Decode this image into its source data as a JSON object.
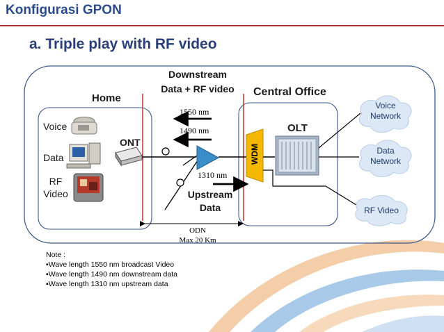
{
  "page": {
    "title": "Konfigurasi GPON",
    "subtitle": "a.  Triple play with RF video"
  },
  "home": {
    "label": "Home",
    "voice_label": "Voice",
    "data_label": "Data",
    "rf_video_label_1": "RF",
    "rf_video_label_2": "Video",
    "ont_label": "ONT"
  },
  "downstream": {
    "line1": "Downstream",
    "line2": "Data + RF video",
    "wl_1550": "1550 nm",
    "wl_1490": "1490 nm"
  },
  "upstream": {
    "wl_1310": "1310 nm",
    "line1": "Upstream",
    "line2": "Data"
  },
  "central_office": {
    "label": "Central Office",
    "wdm_label": "WDM",
    "olt_label": "OLT"
  },
  "odn": {
    "line1": "ODN",
    "line2": "Max 20 Km"
  },
  "networks": {
    "voice_1": "Voice",
    "voice_2": "Network",
    "data_1": "Data",
    "data_2": "Network",
    "rf": "RF Video"
  },
  "note": {
    "heading": "Note :",
    "items": [
      "Wave length 1550 nm  broadcast Video",
      "Wave length 1490 nm downstream data",
      "Wave length 1310 nm upstream data"
    ]
  },
  "colors": {
    "title": "#2a4c8c",
    "accent_red": "#c03030",
    "wdm_yellow": "#f5b800",
    "splitter_blue": "#3a8ec8",
    "bubble_fill": "#dde8f6",
    "frame": "#3a5a8c"
  }
}
